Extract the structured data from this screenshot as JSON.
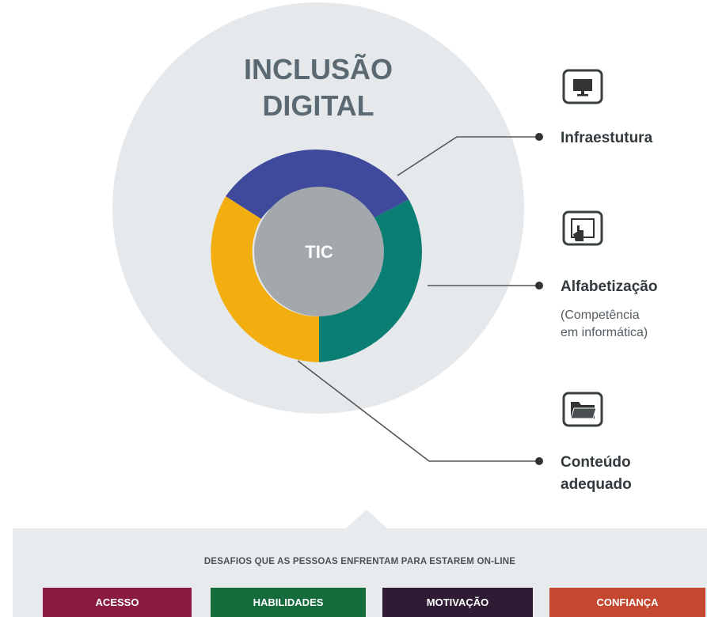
{
  "title": {
    "line1": "INCLUSÃO",
    "line2": "DIGITAL"
  },
  "center_label": "TIC",
  "items": [
    {
      "label": "Infraestutura",
      "icon": "monitor-icon",
      "color": "#3f4a9c"
    },
    {
      "label": "Alfabetização",
      "sub_line1": "(Competência",
      "sub_line2": "em informática)",
      "icon": "touch-tablet-icon",
      "color": "#0b7e74"
    },
    {
      "label_line1": "Conteúdo",
      "label_line2": "adequado",
      "icon": "folder-icon",
      "color": "#f2ae0e"
    }
  ],
  "challenges": {
    "title": "DESAFIOS QUE AS PESSOAS ENFRENTAM PARA ESTAREM ON-LINE",
    "items": [
      {
        "label": "ACESSO",
        "color": "#8a1b42"
      },
      {
        "label": "HABILIDADES",
        "color": "#156b3c"
      },
      {
        "label": "MOTIVAÇÃO",
        "color": "#2f1b34"
      },
      {
        "label": "CONFIANÇA",
        "color": "#c4482f"
      }
    ]
  },
  "colors": {
    "big_circle": "#e6e9eb",
    "center_circle": "#a3a8ad",
    "connector": "#555555",
    "panel": "#e8ebed"
  }
}
